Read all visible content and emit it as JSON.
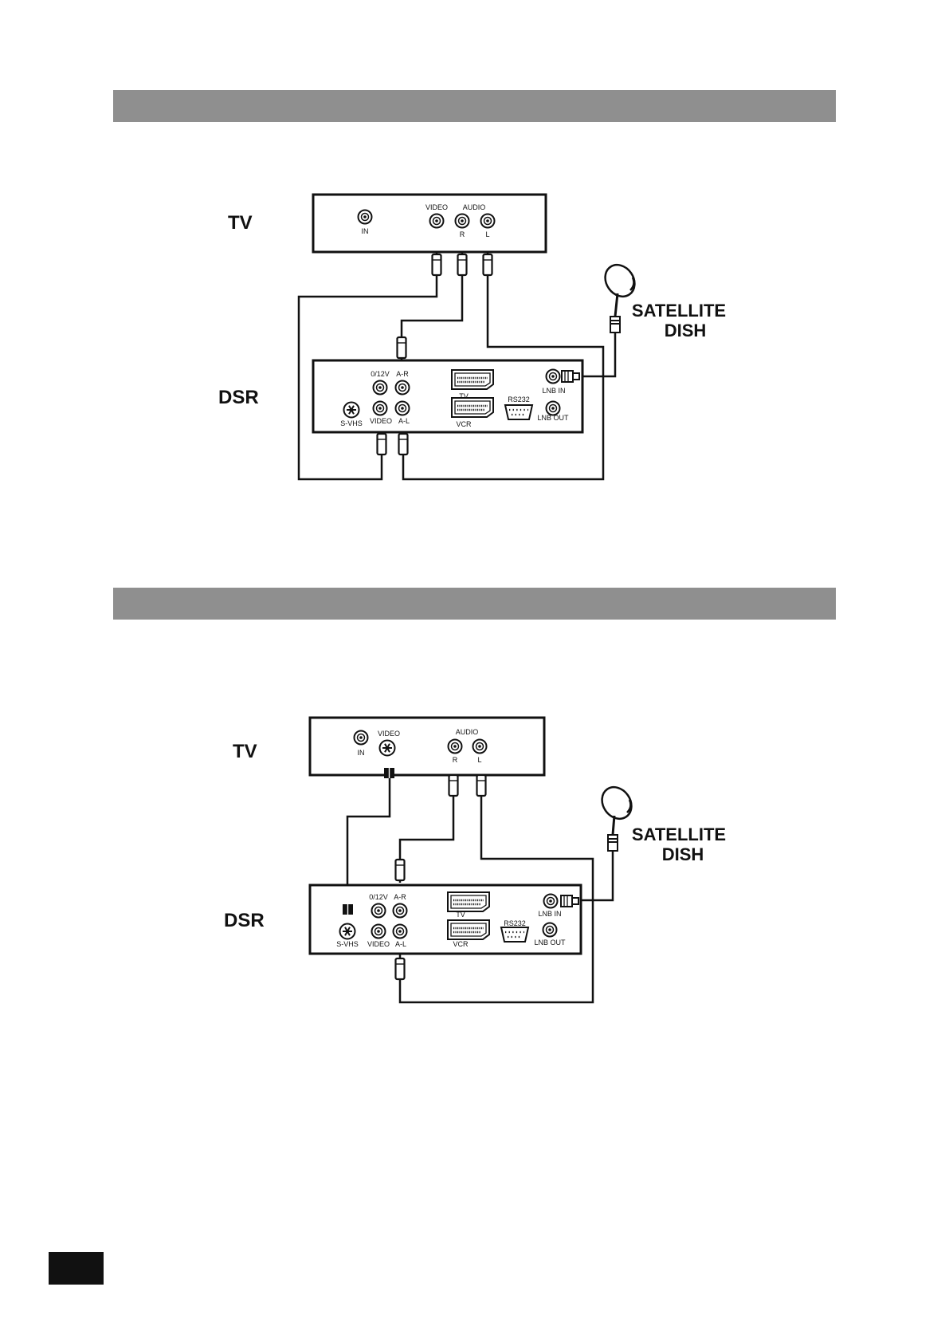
{
  "colors": {
    "section_bar": "#8f8f8f",
    "ink": "#111111",
    "page_tab": "#111111"
  },
  "diagram1": {
    "tv": {
      "label": "TV",
      "in": "IN",
      "video": "VIDEO",
      "audio": "AUDIO",
      "r": "R",
      "l": "L"
    },
    "dsr": {
      "label": "DSR",
      "v012": "0/12V",
      "ar": "A-R",
      "svhs": "S-VHS",
      "video": "VIDEO",
      "al": "A-L",
      "tv": "TV",
      "vcr": "VCR",
      "rs232": "RS232",
      "lnb_in": "LNB IN",
      "lnb_out": "LNB OUT"
    },
    "dish": {
      "line1": "SATELLITE",
      "line2": "DISH"
    }
  },
  "diagram2": {
    "tv": {
      "label": "TV",
      "in": "IN",
      "video": "VIDEO",
      "audio": "AUDIO",
      "r": "R",
      "l": "L"
    },
    "dsr": {
      "label": "DSR",
      "v012": "0/12V",
      "ar": "A-R",
      "svhs": "S-VHS",
      "video": "VIDEO",
      "al": "A-L",
      "tv": "TV",
      "vcr": "VCR",
      "rs232": "RS232",
      "lnb_in": "LNB IN",
      "lnb_out": "LNB OUT"
    },
    "dish": {
      "line1": "SATELLITE",
      "line2": "DISH"
    }
  }
}
